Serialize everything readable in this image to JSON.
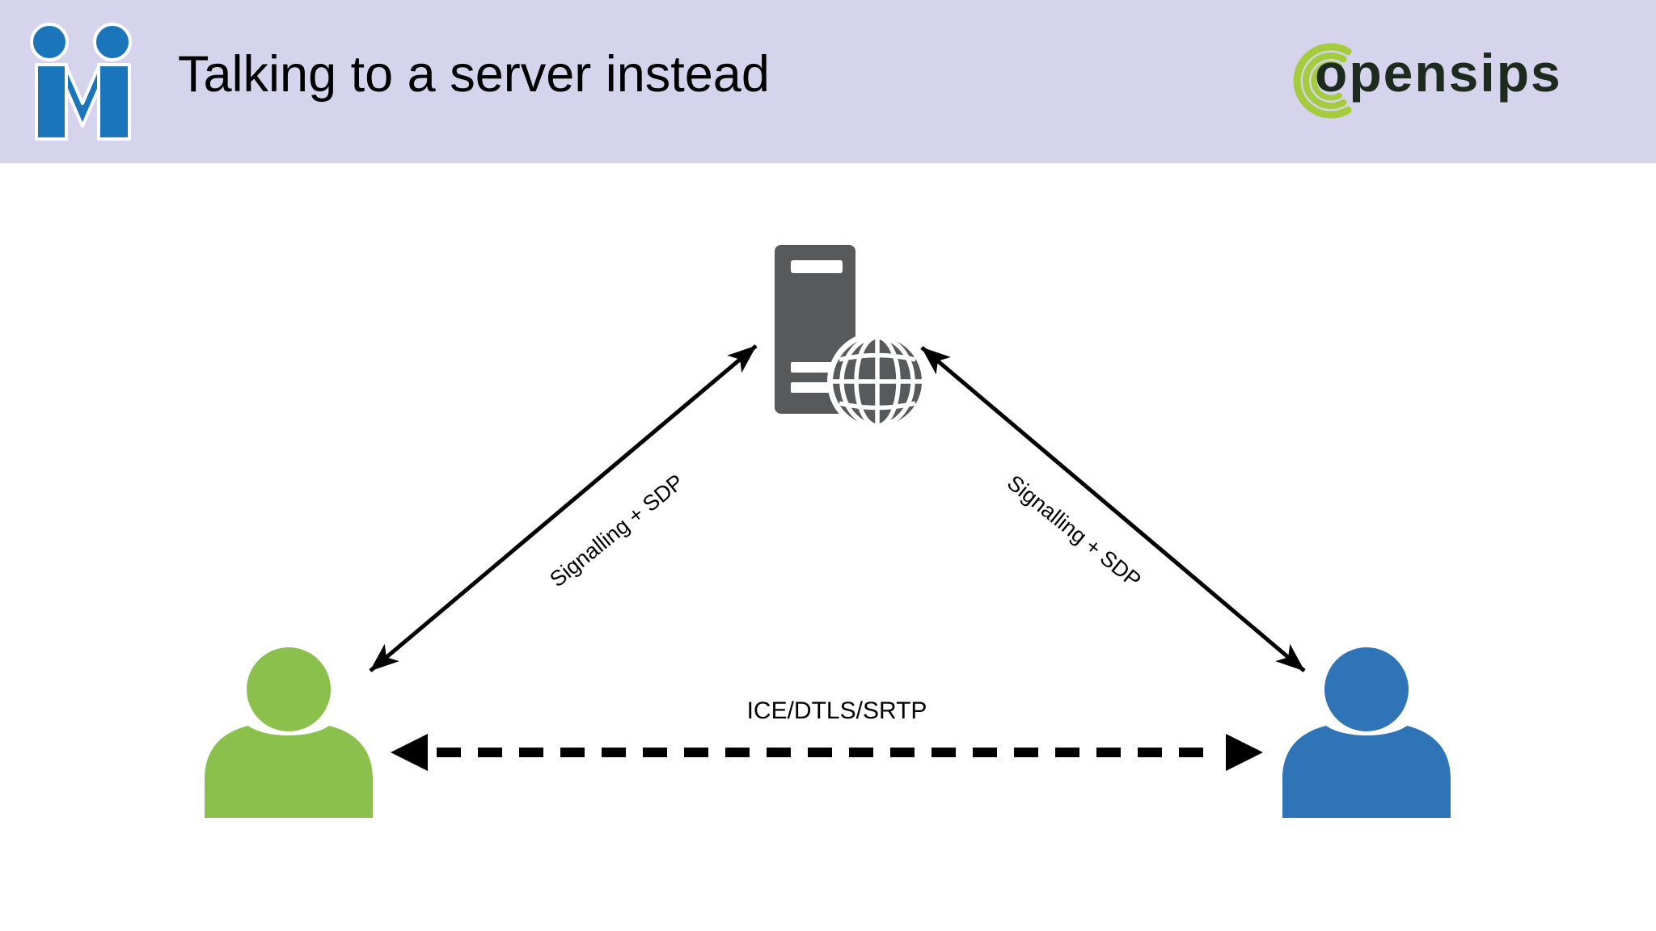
{
  "header": {
    "title": "Talking to a server instead",
    "background_color": "#d6d3ed",
    "m_logo_color": "#1b75bb",
    "opensips": {
      "wordmark": "opensips",
      "arc_color": "#a4cc3c",
      "text_color": "#1d2b1f"
    }
  },
  "diagram": {
    "server": {
      "color": "#58595b"
    },
    "left_person": {
      "color": "#8cc04d"
    },
    "right_person": {
      "color": "#2e74b6"
    },
    "arrow_color": "#000000",
    "labels": {
      "left_edge": "Signalling + SDP",
      "right_edge": "Signalling + SDP",
      "bottom_edge": "ICE/DTLS/SRTP"
    }
  }
}
